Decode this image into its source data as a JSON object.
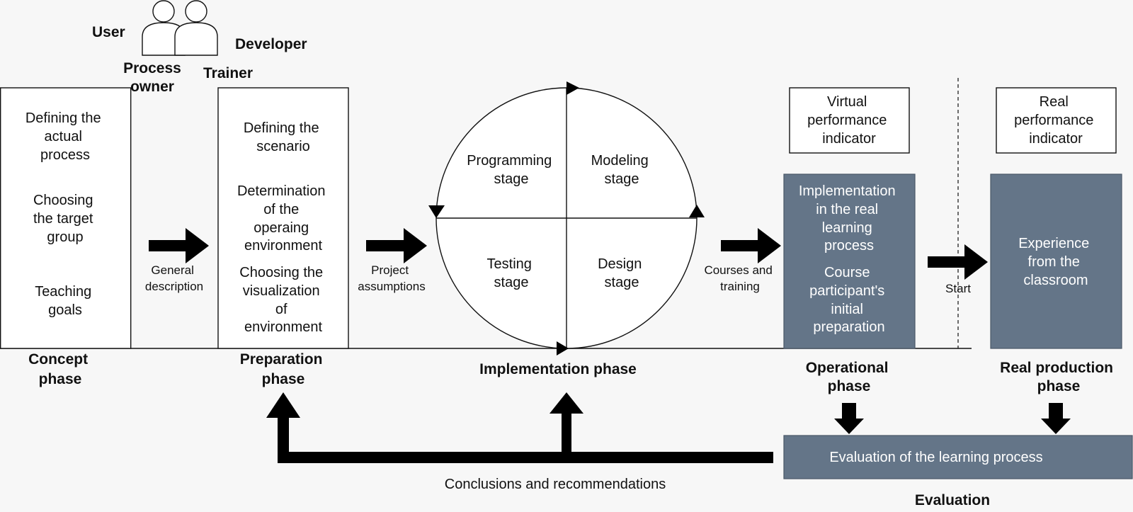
{
  "roles": {
    "user": "User",
    "developer": "Developer",
    "process_owner": [
      "Process",
      "owner"
    ],
    "trainer": "Trainer"
  },
  "concept": {
    "items": [
      [
        "Defining the",
        "actual",
        "process"
      ],
      [
        "Choosing",
        "the target",
        "group"
      ],
      [
        "Teaching",
        "goals"
      ]
    ],
    "title": [
      "Concept",
      "phase"
    ]
  },
  "arrow_general": [
    "General",
    "description"
  ],
  "preparation": {
    "items": [
      [
        "Defining the",
        "scenario"
      ],
      [
        "Determination",
        "of the",
        "operaing",
        "environment"
      ],
      [
        "Choosing the",
        "visualization",
        "of",
        "environment"
      ]
    ],
    "title": [
      "Preparation",
      "phase"
    ]
  },
  "arrow_project": [
    "Project",
    "assumptions"
  ],
  "implementation": {
    "stages": {
      "programming": [
        "Programming",
        "stage"
      ],
      "modeling": [
        "Modeling",
        "stage"
      ],
      "testing": [
        "Testing",
        "stage"
      ],
      "design": [
        "Design",
        "stage"
      ]
    },
    "title": "Implementation phase"
  },
  "arrow_courses": [
    "Courses and",
    "training"
  ],
  "operational": {
    "indicator": [
      "Virtual",
      "performance",
      "indicator"
    ],
    "box_items": [
      [
        "Implementation",
        "in the real",
        "learning",
        "process"
      ],
      [
        "Course",
        "participant's",
        "initial",
        "preparation"
      ]
    ],
    "title": [
      "Operational",
      "phase"
    ]
  },
  "start_label": "Start",
  "real_production": {
    "indicator": [
      "Real",
      "performance",
      "indicator"
    ],
    "box_text": [
      "Experience",
      "from the",
      "classroom"
    ],
    "title": [
      "Real production",
      "phase"
    ]
  },
  "evaluation": {
    "box_text": "Evaluation of the learning process",
    "title": "Evaluation"
  },
  "conclusions": "Conclusions and recommendations"
}
